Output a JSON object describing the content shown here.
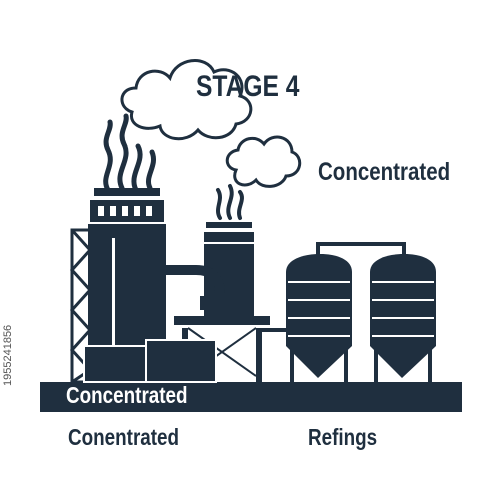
{
  "diagram": {
    "title": "STAGE 4",
    "labels": {
      "right_label": "Concentrated",
      "base_label": "Concentrated",
      "left_bottom": "Conentrated",
      "right_bottom": "Refings"
    },
    "stock_id": "1955241856",
    "colors": {
      "primary": "#1f2f3f",
      "background": "#ffffff"
    }
  }
}
